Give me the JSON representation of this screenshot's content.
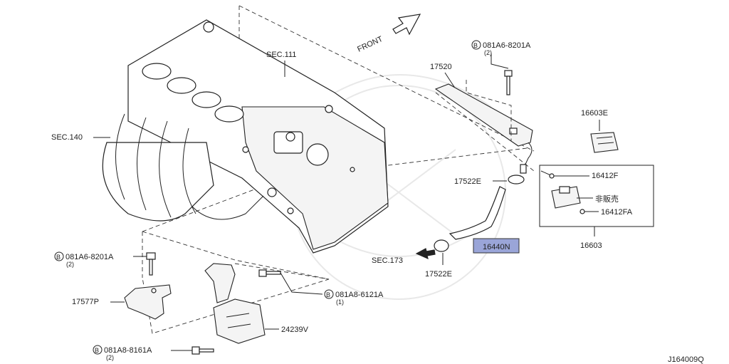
{
  "labels": {
    "front": "FRONT",
    "sec111": "SEC.111",
    "sec140": "SEC.140",
    "sec173": "SEC.173",
    "bolt_top": "081A6-8201A",
    "bolt_top_qty": "(2)",
    "p17520": "17520",
    "p16603E": "16603E",
    "p17522E_top": "17522E",
    "p16412F": "16412F",
    "not_for_sale": "非販売",
    "p16412FA": "16412FA",
    "p16440N": "16440N",
    "p16603": "16603",
    "p17522E_bot": "17522E",
    "bolt_left": "081A6-8201A",
    "bolt_left_qty": "(2)",
    "p17577P": "17577P",
    "bolt_mid": "081A8-6121A",
    "bolt_mid_qty": "(1)",
    "p24239V": "24239V",
    "bolt_bottom": "081A8-8161A",
    "bolt_bottom_qty": "(2)",
    "circle_b": "B",
    "diagram_id": "J164009Q"
  },
  "colors": {
    "highlight": "#9aa5d8",
    "line": "#222222"
  }
}
